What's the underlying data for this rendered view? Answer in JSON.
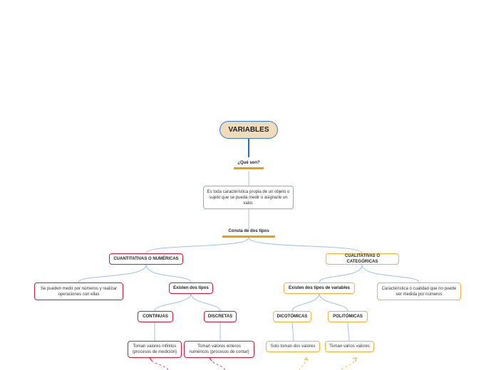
{
  "root": {
    "title": "VARIABLES"
  },
  "que_son": {
    "label": "¿Qué son?",
    "definition": "Es toda característica propia de un objeto o sujeto que se pueda medir o asignarle un valor."
  },
  "consta": {
    "label": "Consta de dos tipos"
  },
  "cuantitativas": {
    "title": "CUANTITATIVAS O NUMÉRICAS",
    "description": "Se pueden medir por números y realizar operaciones con ellas",
    "tipos": "Existen dos tipos",
    "continuas": {
      "title": "CONTINUAS",
      "description": "Toman valores infinitos (procesos de medición)"
    },
    "discretas": {
      "title": "DISCRETAS",
      "description": "Toman valores enteros numéricos (procesos de contar)"
    }
  },
  "cualitativas": {
    "title": "CUALITATIVAS O CATEGÓRICAS",
    "description": "Característica o cualidad que no puede ser medida por números",
    "tipos": "Existen dos tipos de variables",
    "dicotomicas": {
      "title": "DICOTÓMICAS",
      "description": "Solo toman dos valores"
    },
    "politomicas": {
      "title": "POLITÓMICAS",
      "description": "Toman varios valores"
    }
  },
  "colors": {
    "blue": "#3a7bd5",
    "light_blue": "#7aaee6",
    "red": "#c81d3c",
    "orange": "#f2b233",
    "root_fill": "#f0dcb8"
  }
}
